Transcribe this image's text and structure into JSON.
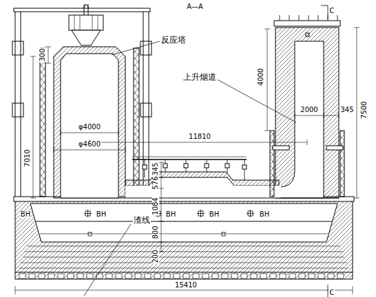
{
  "diagram": {
    "labels": [
      "A—A",
      "C",
      "300",
      "反应塔",
      "φ4000",
      "φ4600",
      "7010",
      "上升烟道",
      "11810",
      "4000",
      "2000",
      "345",
      "7500",
      "345",
      "576",
      "BH",
      "BH",
      "1084",
      "BH",
      "BH",
      "BH",
      "渣线",
      "800",
      "200",
      "15410",
      "C"
    ]
  }
}
